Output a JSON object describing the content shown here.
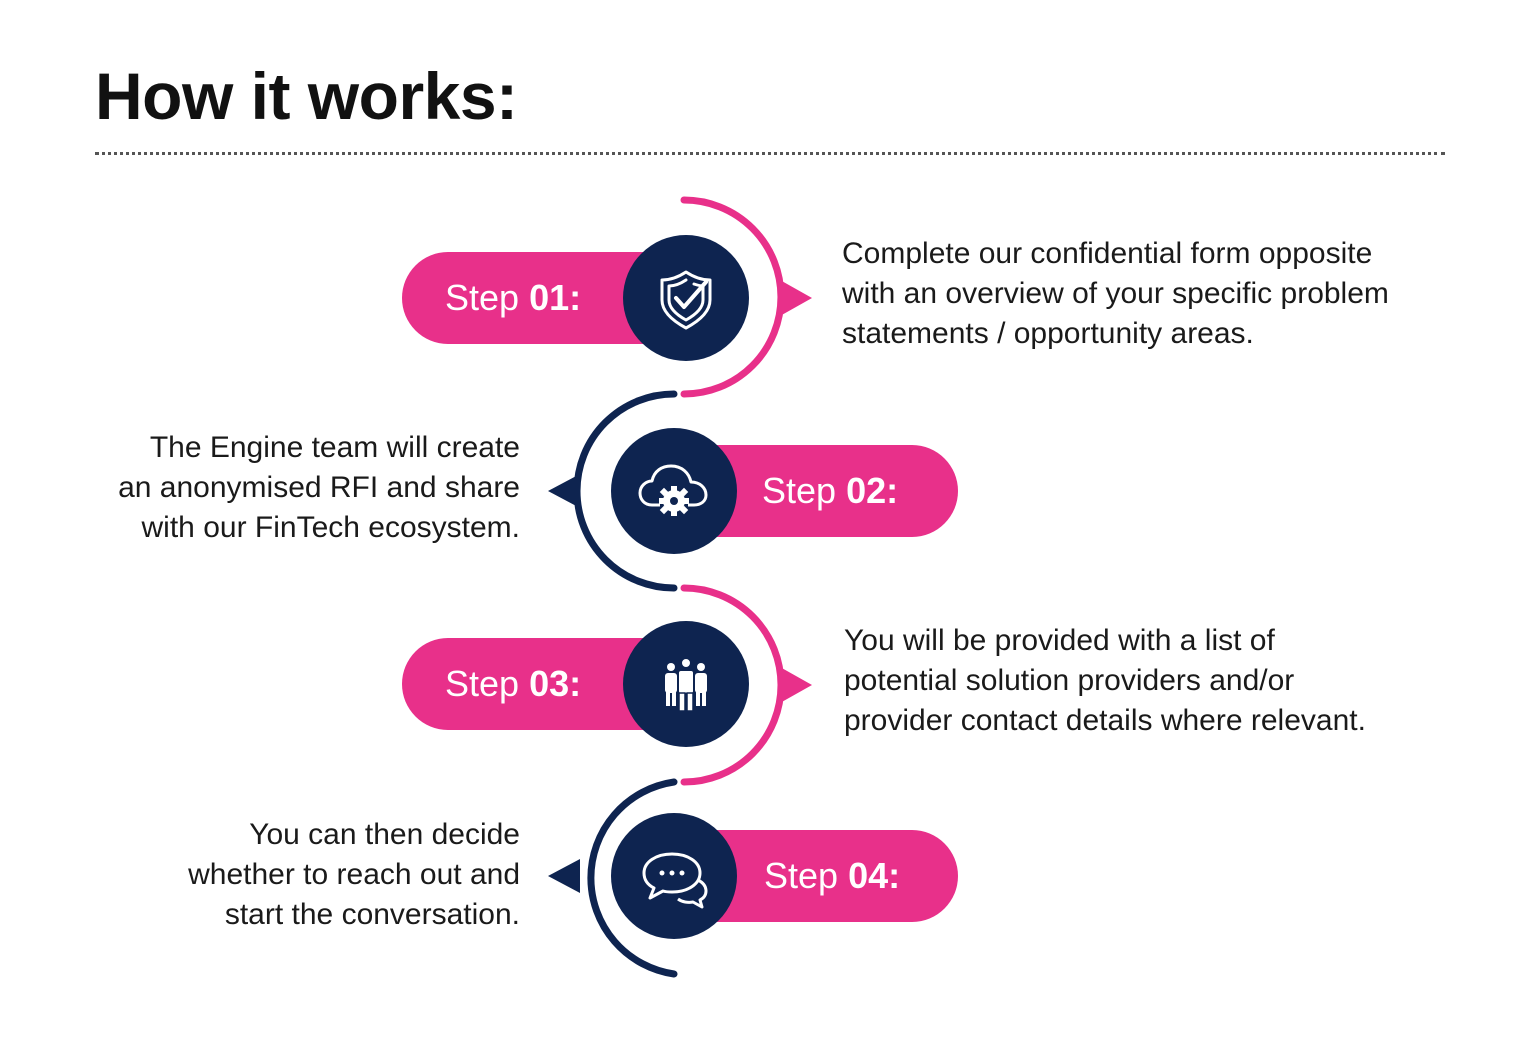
{
  "page": {
    "title": "How it works:"
  },
  "colors": {
    "pink": "#E8308A",
    "navy": "#0E2450",
    "white": "#FFFFFF"
  },
  "steps": [
    {
      "prefix": "Step",
      "number": "01:",
      "icon": "shield-check-icon",
      "description": [
        "Complete our confidential form opposite",
        "with an overview of your specific problem",
        "statements / opportunity areas."
      ]
    },
    {
      "prefix": "Step",
      "number": "02:",
      "icon": "cloud-gear-icon",
      "description": [
        "The Engine team will create",
        "an anonymised RFI and share",
        "with our FinTech ecosystem."
      ]
    },
    {
      "prefix": "Step",
      "number": "03:",
      "icon": "team-people-icon",
      "description": [
        "You will be provided with a list of",
        "potential solution providers and/or",
        "provider contact details where relevant."
      ]
    },
    {
      "prefix": "Step",
      "number": "04:",
      "icon": "chat-bubbles-icon",
      "description": [
        "You can then decide",
        "whether to reach out and",
        "start the conversation."
      ]
    }
  ]
}
